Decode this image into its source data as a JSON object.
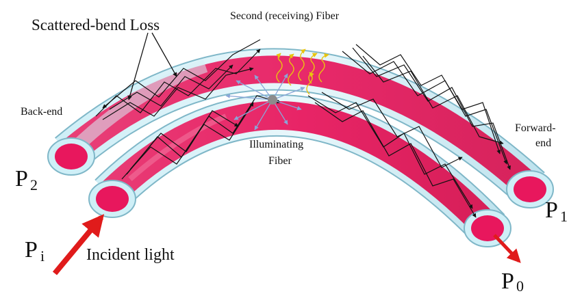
{
  "labels": {
    "scattered_loss": "Scattered-bend Loss",
    "second_fiber": "Second (receiving) Fiber",
    "back_end": "Back-end",
    "forward_end_1": "Forward-",
    "forward_end_2": "end",
    "illuminating_1": "Illuminating",
    "illuminating_2": "Fiber",
    "p2": "P",
    "p2_sub": "2",
    "p1": "P",
    "p1_sub": "1",
    "pi": "P",
    "pi_sub": "i",
    "p0": "P",
    "p0_sub": "0",
    "incident_light": "Incident light"
  },
  "colors": {
    "core": "#e8175d",
    "core_light": "#f26a93",
    "cladding": "#bfeaf5",
    "cladding_edge": "#7fb7c8",
    "ray": "#111111",
    "incident_arrow": "#e01b1b",
    "emission": "#f2d21b",
    "scatter_ray": "#8aa6d8",
    "scatter_center": "#8c8c8c"
  }
}
